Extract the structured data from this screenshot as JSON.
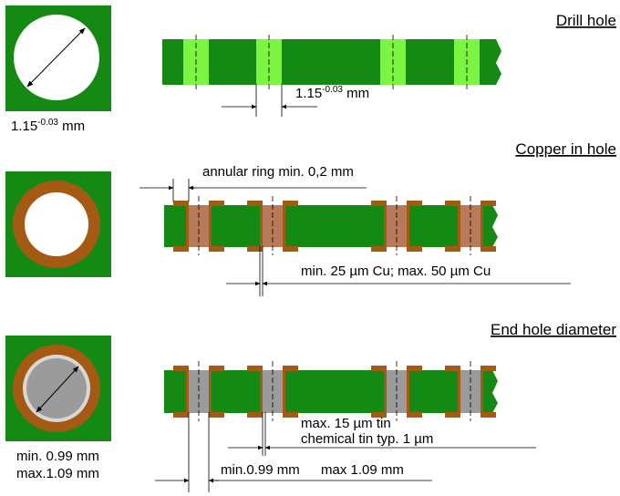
{
  "colors": {
    "board": "#148a14",
    "board_dark": "#0f6e0f",
    "drill_light": "#7cf542",
    "copper": "#a55a14",
    "copper_inner": "#b87a5a",
    "tin": "#9b9b9b",
    "tin_light": "#d8d8d8",
    "outline": "#000000"
  },
  "sections": {
    "drill": {
      "title": "Drill hole",
      "dim_base": "1.15",
      "dim_sup": "-0.03",
      "dim_unit": " mm"
    },
    "copper": {
      "title": "Copper in hole",
      "annular_label": "annular ring  min. 0,2 mm",
      "thickness_label": "min. 25 µm Cu; max. 50 µm Cu"
    },
    "end": {
      "title": "End hole diameter",
      "tin_line1": "max. 15 µm tin",
      "tin_line2": "chemical tin typ. 1 µm",
      "min_label": "min. 0.99 mm",
      "max_label": "max.1.09 mm",
      "dim_min": "min.0.99 mm",
      "dim_max": "max 1.09 mm"
    }
  }
}
